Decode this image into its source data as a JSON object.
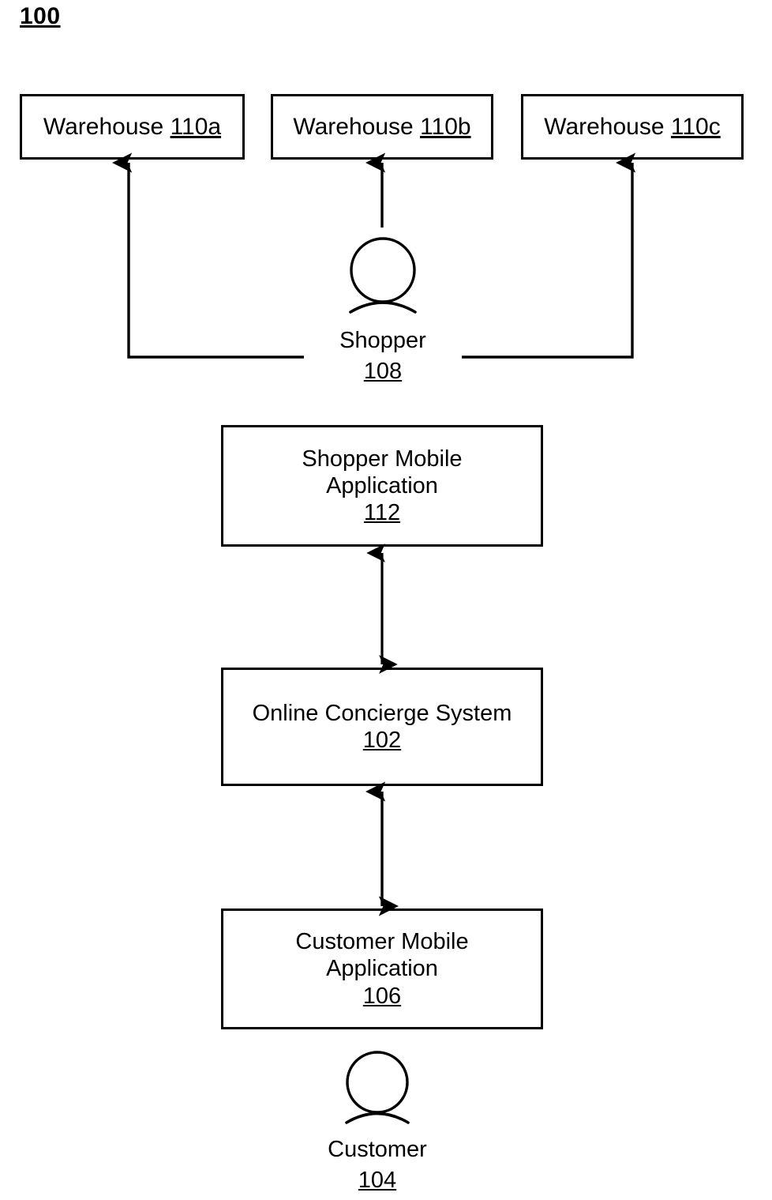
{
  "figure": {
    "number": "100",
    "type": "system-architecture-block-diagram"
  },
  "warehouses": [
    {
      "name": "Warehouse",
      "ref": "110a"
    },
    {
      "name": "Warehouse",
      "ref": "110b"
    },
    {
      "name": "Warehouse",
      "ref": "110c"
    }
  ],
  "actors": [
    {
      "id": "shopper",
      "label": "Shopper",
      "ref": "108",
      "icon": "person-icon"
    },
    {
      "id": "customer",
      "label": "Customer",
      "ref": "104",
      "icon": "person-icon"
    }
  ],
  "nodes": [
    {
      "id": "shopper-mobile-application",
      "line1": "Shopper Mobile",
      "line2": "Application",
      "ref": "112"
    },
    {
      "id": "online-concierge-system",
      "line1": "Online Concierge System",
      "line2": "",
      "ref": "102"
    },
    {
      "id": "customer-mobile-application",
      "line1": "Customer Mobile",
      "line2": "Application",
      "ref": "106"
    }
  ],
  "connectors": [
    {
      "id": "shopper-to-warehouse-110a",
      "style": "single-arrow",
      "direction": "up"
    },
    {
      "id": "shopper-to-warehouse-110b",
      "style": "single-arrow",
      "direction": "up"
    },
    {
      "id": "shopper-to-warehouse-110c",
      "style": "single-arrow",
      "direction": "up"
    },
    {
      "id": "shopper-mobile-application-to-online-concierge-system",
      "style": "double-arrow",
      "direction": "bidirectional"
    },
    {
      "id": "online-concierge-system-to-customer-mobile-application",
      "style": "double-arrow",
      "direction": "bidirectional"
    }
  ],
  "colors": {
    "stroke": "#000000",
    "background": "#ffffff",
    "text": "#000000"
  }
}
